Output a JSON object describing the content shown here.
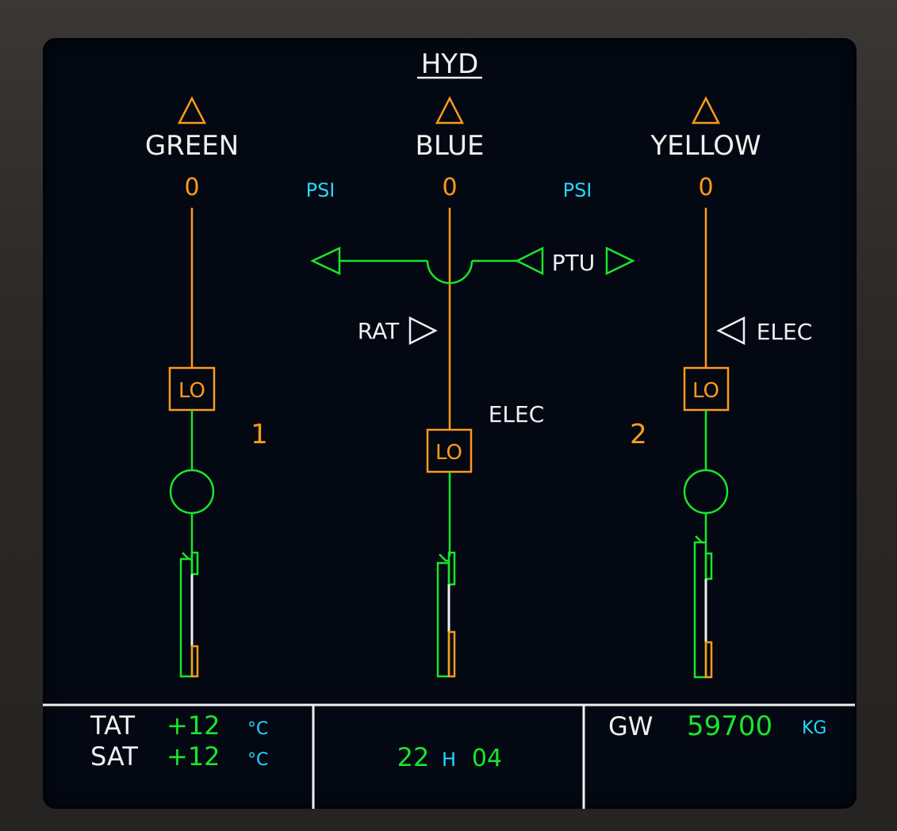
{
  "page": {
    "title": "HYD"
  },
  "systems": [
    {
      "name": "GREEN",
      "pressure": "0",
      "status": "LO"
    },
    {
      "name": "BLUE",
      "pressure": "0",
      "status": "LO"
    },
    {
      "name": "YELLOW",
      "pressure": "0",
      "status": "LO"
    }
  ],
  "units": {
    "psi_left": "PSI",
    "psi_right": "PSI"
  },
  "labels": {
    "ptu": "PTU",
    "rat": "RAT",
    "elec_yellow": "ELEC",
    "elec_blue": "ELEC",
    "engine1": "1",
    "engine2": "2"
  },
  "bottom": {
    "tat_label": "TAT",
    "tat_value": "+12",
    "tat_unit": "°C",
    "sat_label": "SAT",
    "sat_value": "+12",
    "sat_unit": "°C",
    "clock_hours": "22",
    "clock_h": "H",
    "clock_minutes": "04",
    "gw_label": "GW",
    "gw_value": "59700",
    "gw_unit": "KG"
  },
  "colors": {
    "background": "#030812",
    "amber": "#ff9a1a",
    "green": "#19e62a",
    "white": "#f0f0f0",
    "cyan": "#22d8ff"
  }
}
